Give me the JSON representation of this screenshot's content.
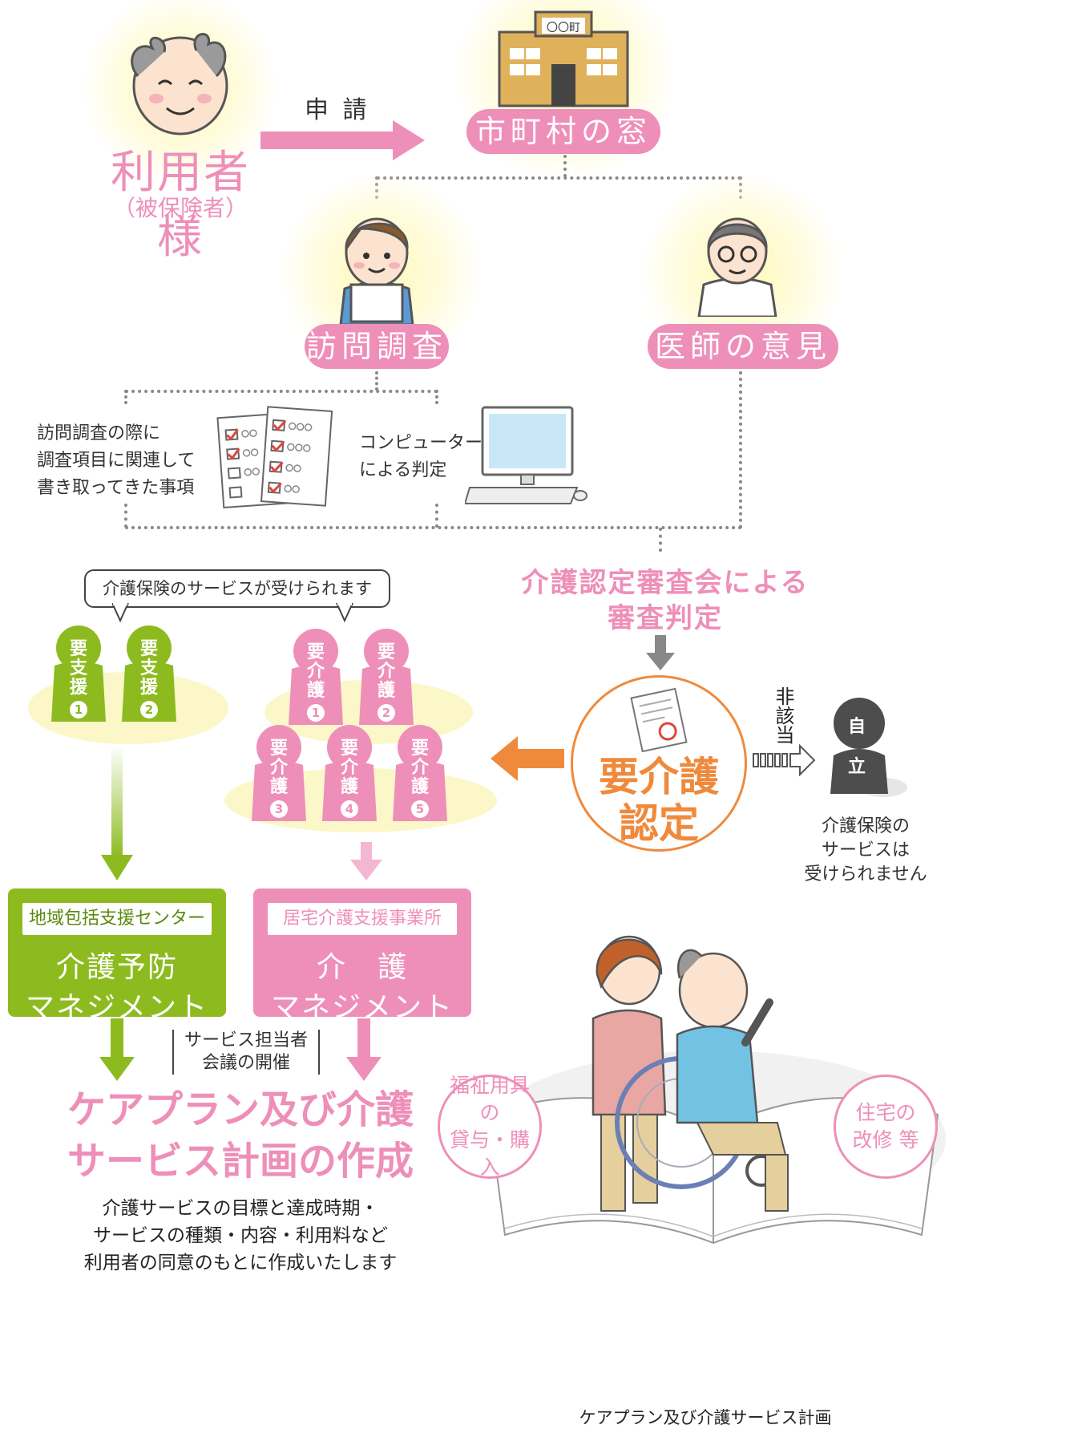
{
  "user": {
    "label": "利用者様",
    "sub": "（被保険者）"
  },
  "apply": "申 請",
  "office": {
    "sign": "〇〇町",
    "label": "市町村の窓口"
  },
  "visit": {
    "label": "訪問調査"
  },
  "doctor": {
    "label": "医師の意見書"
  },
  "survey_note": [
    "訪問調査の際に",
    "調査項目に関連して",
    "書き取ってきた事項"
  ],
  "computer_note": [
    "コンピューター",
    "による判定"
  ],
  "review": [
    "介護認定審査会による",
    "審査判定"
  ],
  "certified": {
    "line1": "要介護",
    "line2": "認定"
  },
  "non_applicable": {
    "label": "非該当",
    "person": [
      "自",
      "立"
    ],
    "note": [
      "介護保険の",
      "サービスは",
      "受けられません"
    ]
  },
  "services_bubble": "介護保険のサービスが受けられます",
  "support_levels": [
    {
      "chars": [
        "要",
        "支",
        "援"
      ],
      "num": "1"
    },
    {
      "chars": [
        "要",
        "支",
        "援"
      ],
      "num": "2"
    }
  ],
  "care_levels": [
    {
      "chars": [
        "要",
        "介",
        "護"
      ],
      "num": "1"
    },
    {
      "chars": [
        "要",
        "介",
        "護"
      ],
      "num": "2"
    },
    {
      "chars": [
        "要",
        "介",
        "護"
      ],
      "num": "3"
    },
    {
      "chars": [
        "要",
        "介",
        "護"
      ],
      "num": "4"
    },
    {
      "chars": [
        "要",
        "介",
        "護"
      ],
      "num": "5"
    }
  ],
  "center_box": {
    "tag": "地域包括支援センター",
    "line1": "介護予防",
    "line2": "マネジメント"
  },
  "office_box": {
    "tag": "居宅介護支援事業所",
    "line1": "介　護",
    "line2": "マネジメント"
  },
  "meeting": [
    "サービス担当者",
    "会議の開催"
  ],
  "plan_title": [
    "ケアプラン及び介護",
    "サービス計画の作成"
  ],
  "plan_desc": [
    "介護サービスの目標と達成時期・",
    "サービスの種類・内容・利用料など",
    "利用者の同意のもとに作成いたします"
  ],
  "welfare": [
    "福祉用具の",
    "貸与・購入"
  ],
  "housing": [
    "住宅の",
    "改修 等"
  ],
  "book_caption": "ケアプラン及び介護サービス計画",
  "colors": {
    "pink": "#ee8fb9",
    "green": "#8dbb1f",
    "orange": "#ef8a3c",
    "gray": "#4d4d4d"
  }
}
